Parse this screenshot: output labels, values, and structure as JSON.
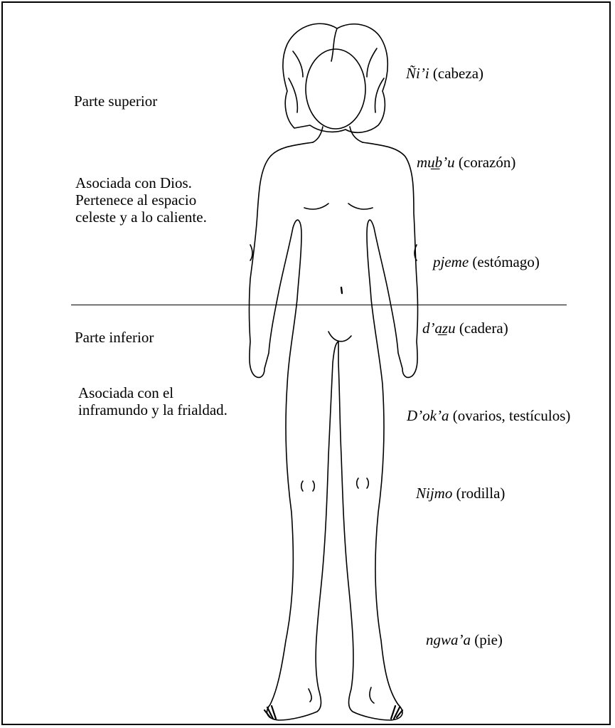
{
  "upper": {
    "title": "Parte superior",
    "description": [
      "Asociada con Dios.",
      "Pertenece al espacio",
      "celeste y a lo caliente."
    ]
  },
  "lower": {
    "title": "Parte inferior",
    "description": [
      "Asociada con el",
      "inframundo y la frialdad."
    ]
  },
  "labels": [
    {
      "term": "Ñi’i",
      "gloss": "(cabeza)"
    },
    {
      "term": "mu͟b’u",
      "gloss": "(corazón)"
    },
    {
      "term": "pjeme",
      "gloss": "(estómago)"
    },
    {
      "term": "d’a͟zu",
      "gloss": "(cadera)"
    },
    {
      "term": "D’ok’a",
      "gloss": "(ovarios, testículos)"
    },
    {
      "term": "Nijmo",
      "gloss": "(rodilla)"
    },
    {
      "term": "ngwa’a",
      "gloss": "(pie)"
    }
  ]
}
